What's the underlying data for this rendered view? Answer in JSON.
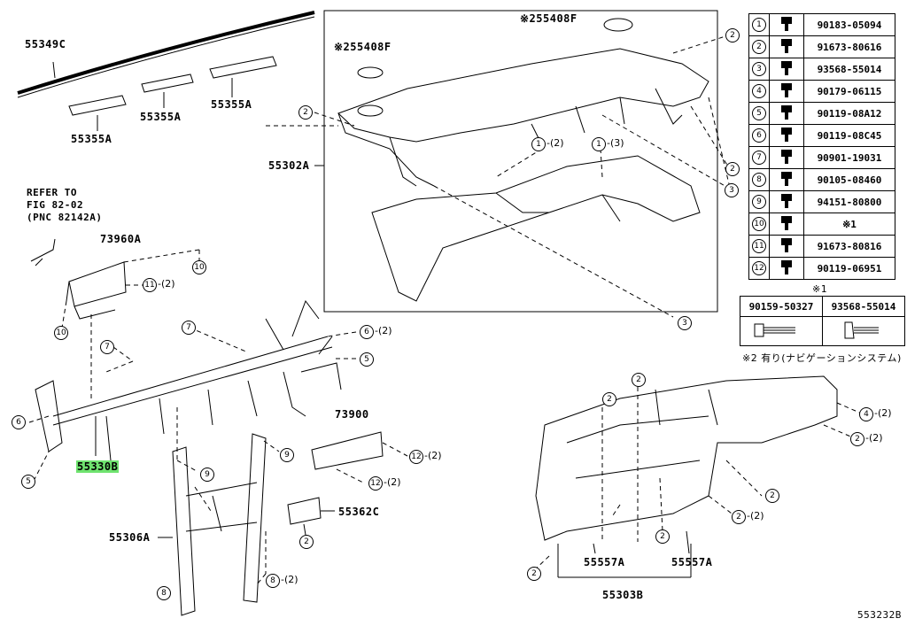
{
  "title_code": "553232B",
  "labels": {
    "p55349c": "55349C",
    "p55355a_1": "55355A",
    "p55355a_2": "55355A",
    "p55355a_3": "55355A",
    "p55408f_top": "※255408F",
    "p55408f_left": "※255408F",
    "p55302a": "55302A",
    "refer_line1": "REFER TO",
    "refer_line2": "FIG 82-02",
    "refer_line3": "(PNC 82142A)",
    "p73960a": "73960A",
    "p55330b": "55330B",
    "p73900": "73900",
    "p55362c": "55362C",
    "p55306a": "55306A",
    "p55557a_1": "55557A",
    "p55557a_2": "55557A",
    "p55303b": "55303B"
  },
  "callouts": [
    {
      "num": "2"
    },
    {
      "num": "2"
    },
    {
      "num": "1",
      "qty": "-(2)"
    },
    {
      "num": "1",
      "qty": "-(3)"
    },
    {
      "num": "2"
    },
    {
      "num": "3"
    },
    {
      "num": "3"
    },
    {
      "num": "10"
    },
    {
      "num": "11",
      "qty": "-(2)"
    },
    {
      "num": "10"
    },
    {
      "num": "7"
    },
    {
      "num": "6",
      "qty": "-(2)"
    },
    {
      "num": "7"
    },
    {
      "num": "5"
    },
    {
      "num": "6"
    },
    {
      "num": "5"
    },
    {
      "num": "9"
    },
    {
      "num": "9"
    },
    {
      "num": "12",
      "qty": "-(2)"
    },
    {
      "num": "12",
      "qty": "-(2)"
    },
    {
      "num": "2"
    },
    {
      "num": "8"
    },
    {
      "num": "8",
      "qty": "-(2)"
    },
    {
      "num": "2"
    },
    {
      "num": "2"
    },
    {
      "num": "4",
      "qty": "-(2)"
    },
    {
      "num": "2",
      "qty": "-(2)"
    },
    {
      "num": "2"
    },
    {
      "num": "2",
      "qty": "-(2)"
    },
    {
      "num": "2"
    },
    {
      "num": "2"
    }
  ],
  "parts_table": [
    {
      "n": "1",
      "part": "90183-05094"
    },
    {
      "n": "2",
      "part": "91673-80616"
    },
    {
      "n": "3",
      "part": "93568-55014"
    },
    {
      "n": "4",
      "part": "90179-06115"
    },
    {
      "n": "5",
      "part": "90119-08A12"
    },
    {
      "n": "6",
      "part": "90119-08C45"
    },
    {
      "n": "7",
      "part": "90901-19031"
    },
    {
      "n": "8",
      "part": "90105-08460"
    },
    {
      "n": "9",
      "part": "94151-80800"
    },
    {
      "n": "10",
      "part": "※1"
    },
    {
      "n": "11",
      "part": "91673-80816"
    },
    {
      "n": "12",
      "part": "90119-06951"
    }
  ],
  "note1": {
    "mark": "※1",
    "part_a": "90159-50327",
    "part_b": "93568-55014"
  },
  "note2": "※2 有り(ナビゲーションシステム)"
}
